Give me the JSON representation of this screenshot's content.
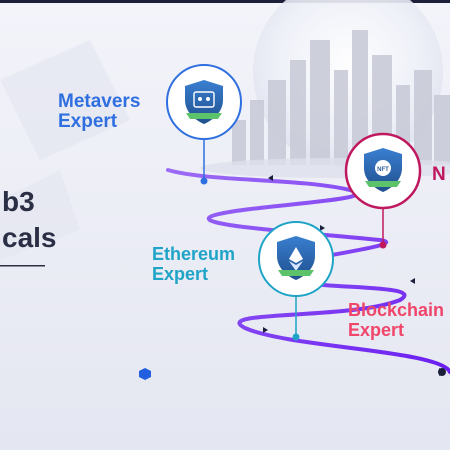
{
  "heading": {
    "line1": "b3",
    "line2": "cals"
  },
  "badges": {
    "metaverse": {
      "label_line1": "Metavers",
      "label_line2": "Expert"
    },
    "nft": {
      "label": "N"
    },
    "ethereum": {
      "label_line1": "Ethereum",
      "label_line2": "Expert"
    },
    "blockchain": {
      "label_line1": "Blockchain",
      "label_line2": "Expert"
    }
  },
  "colors": {
    "background": "#eceef6",
    "path": "#7b2ff7",
    "metaverse_accent": "#2f6fe0",
    "nft_accent": "#c0185f",
    "ethereum_accent": "#1fa4c8",
    "blockchain_accent": "#f0466a",
    "shield": "#2b5d9e"
  },
  "icons": {
    "metaverse": "vr-headset-icon",
    "nft": "nft-coin-icon",
    "ethereum": "ethereum-icon",
    "blockchain": "blockchain-icon"
  }
}
